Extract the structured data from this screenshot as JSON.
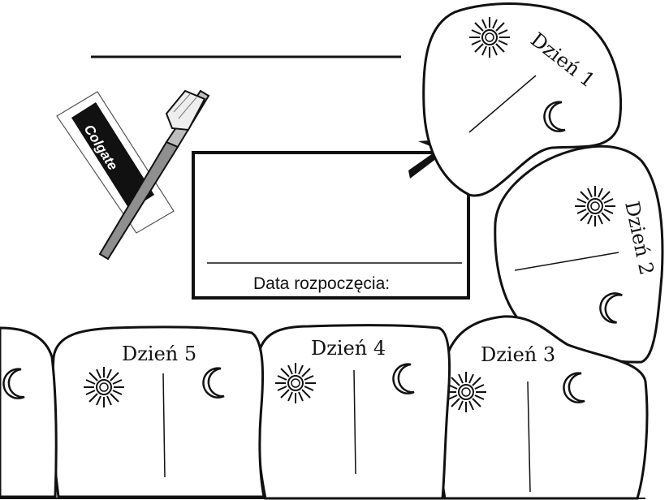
{
  "worksheet": {
    "name_line_label": "",
    "start_box": {
      "label": "Data rozpoczęcia:"
    },
    "toothpaste_brand": "Colgate",
    "days": [
      {
        "label": "Dzień 1",
        "icons": [
          "sun-icon",
          "moon-icon"
        ]
      },
      {
        "label": "Dzień 2",
        "icons": [
          "sun-icon",
          "moon-icon"
        ]
      },
      {
        "label": "Dzień 3",
        "icons": [
          "sun-icon",
          "moon-icon"
        ]
      },
      {
        "label": "Dzień 4",
        "icons": [
          "sun-icon",
          "moon-icon"
        ]
      },
      {
        "label": "Dzień 5",
        "icons": [
          "sun-icon",
          "moon-icon"
        ]
      }
    ],
    "colors": {
      "ink": "#111111",
      "paper": "#ffffff"
    }
  }
}
